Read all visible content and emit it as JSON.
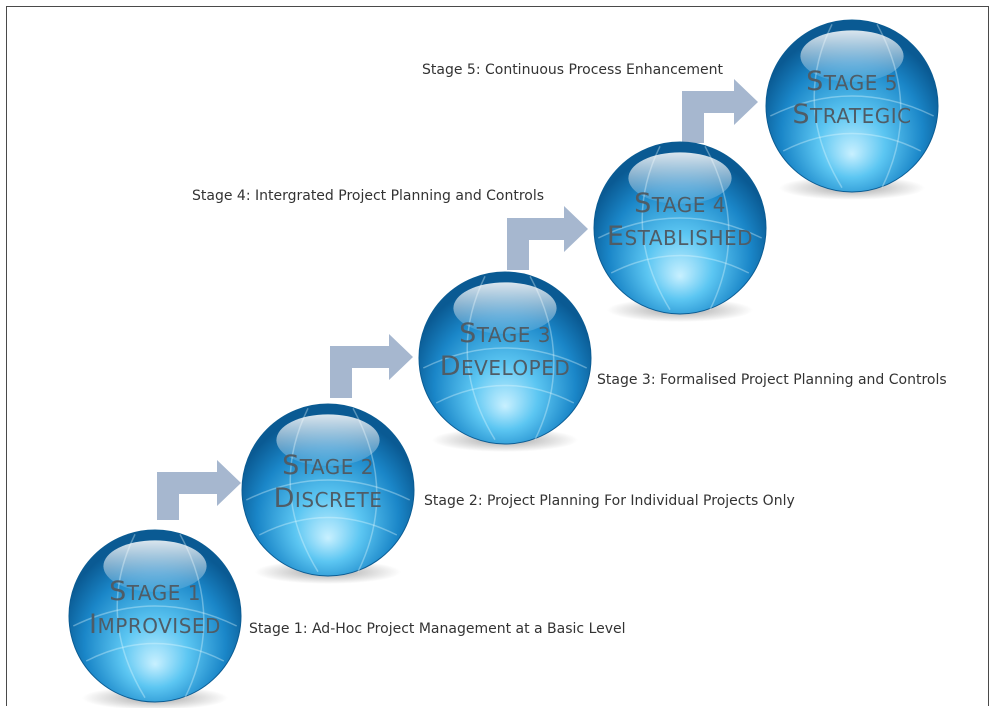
{
  "stages": [
    {
      "line1": "Stage 1",
      "line2": "Improvised",
      "description": "Stage 1: Ad-Hoc Project Management at a Basic Level"
    },
    {
      "line1": "Stage 2",
      "line2": "Discrete",
      "description": "Stage 2: Project Planning For Individual Projects Only"
    },
    {
      "line1": "Stage 3",
      "line2": "Developed",
      "description": "Stage 3: Formalised Project Planning and Controls"
    },
    {
      "line1": "Stage 4",
      "line2": "Established",
      "description": "Stage 4: Intergrated Project Planning and Controls"
    },
    {
      "line1": "Stage 5",
      "line2": "Strategic",
      "description": "Stage 5: Continuous Process Enhancement"
    }
  ],
  "colors": {
    "sphere_light": "#bfeaff",
    "sphere_mid": "#3fb4e8",
    "sphere_dark": "#0a5f9a",
    "arrow": "#a6b7cf",
    "stage_text": "#4f5c66"
  },
  "icons": {
    "sphere": "glossy-globe-sphere",
    "connector": "bent-up-right-arrow"
  }
}
